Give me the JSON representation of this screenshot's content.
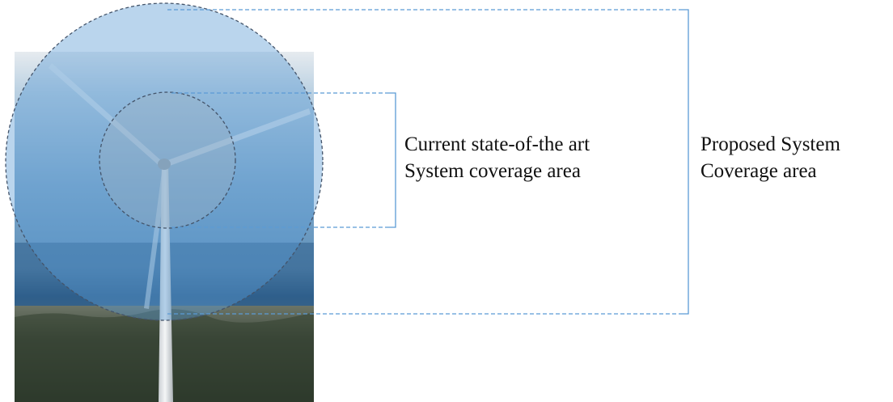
{
  "labels": {
    "current": {
      "line1": "Current state-of-the art",
      "line2": "System coverage area"
    },
    "proposed": {
      "line1": "Proposed System",
      "line2": "Coverage area"
    }
  },
  "colors": {
    "coverage_fill": "#5b9bd5",
    "bracket_line": "#5b9bd5",
    "circle_outline": "#44546a",
    "label_text": "#111111"
  }
}
